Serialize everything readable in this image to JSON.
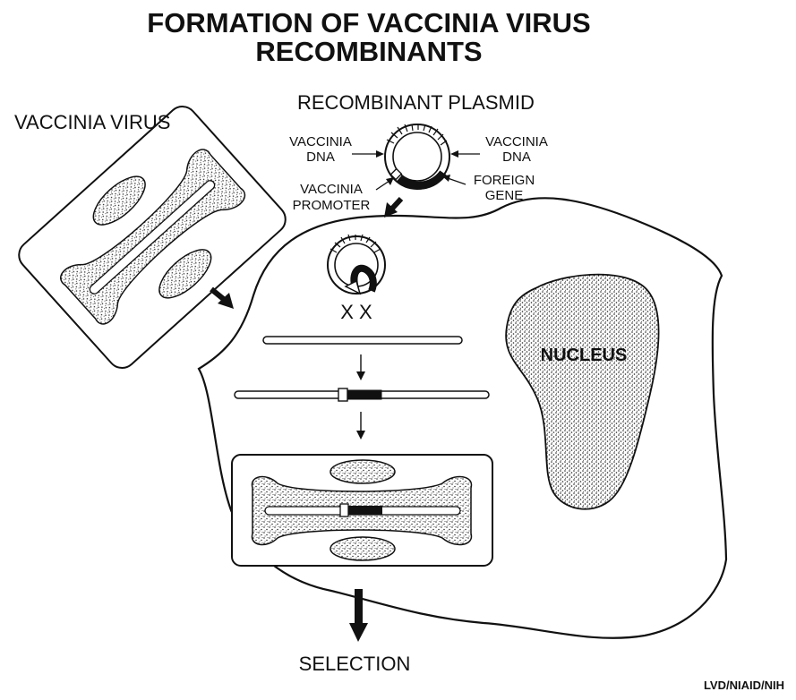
{
  "title": {
    "line1": "FORMATION OF VACCINIA VIRUS",
    "line2": "RECOMBINANTS"
  },
  "labels": {
    "vaccinia_virus": "VACCINIA VIRUS",
    "recombinant_plasmid": "RECOMBINANT PLASMID",
    "vaccinia_dna_left_1": "VACCINIA",
    "vaccinia_dna_left_2": "DNA",
    "vaccinia_dna_right_1": "VACCINIA",
    "vaccinia_dna_right_2": "DNA",
    "foreign_gene_1": "FOREIGN",
    "foreign_gene_2": "GENE",
    "vaccinia_promoter_1": "VACCINIA",
    "vaccinia_promoter_2": "PROMOTER",
    "crossover_marks": "X X",
    "nucleus": "NUCLEUS",
    "selection": "SELECTION",
    "credit": "LVD/NIAID/NIH"
  }
}
